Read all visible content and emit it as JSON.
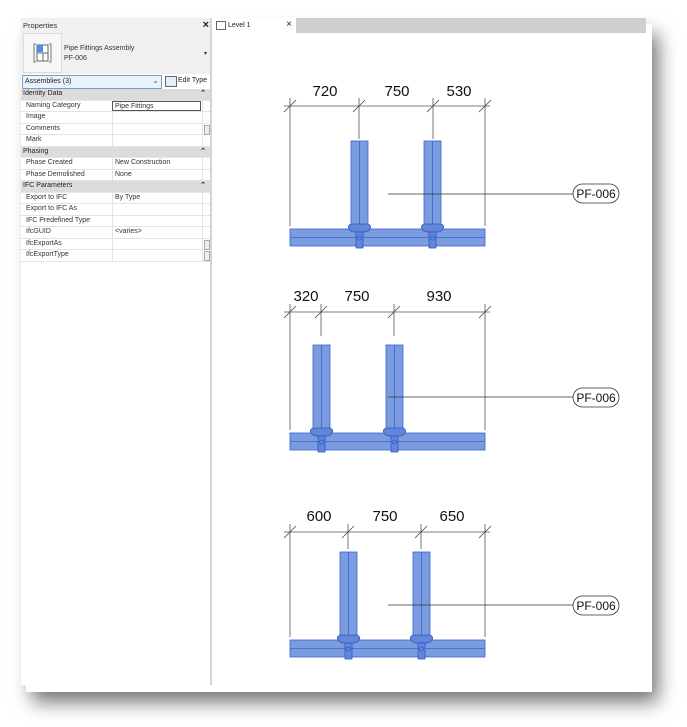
{
  "properties": {
    "title": "Properties",
    "close_icon": "×",
    "type_selector": {
      "family": "Pipe Fittings Assembly",
      "type": "PF-006",
      "dropdown_icon": "▾"
    },
    "filter": {
      "value": "Assemblies (3)",
      "chevron": "⌄"
    },
    "edit_type_label": "Edit Type",
    "sections": [
      {
        "name": "Identity Data",
        "collapse_icon": "»",
        "rows": [
          {
            "key": "Naming Category",
            "value": "Pipe Fittings"
          },
          {
            "key": "Image",
            "value": ""
          },
          {
            "key": "Comments",
            "value": ""
          },
          {
            "key": "Mark",
            "value": ""
          }
        ]
      },
      {
        "name": "Phasing",
        "collapse_icon": "»",
        "rows": [
          {
            "key": "Phase Created",
            "value": "New Construction"
          },
          {
            "key": "Phase Demolished",
            "value": "None"
          }
        ]
      },
      {
        "name": "IFC Parameters",
        "collapse_icon": "»",
        "rows": [
          {
            "key": "Export to IFC",
            "value": "By Type"
          },
          {
            "key": "Export to IFC As",
            "value": ""
          },
          {
            "key": "IFC Predefined Type",
            "value": ""
          },
          {
            "key": "IfcGUID",
            "value": "<varies>"
          },
          {
            "key": "IfcExportAs",
            "value": ""
          },
          {
            "key": "IfcExportType",
            "value": ""
          }
        ]
      }
    ]
  },
  "view": {
    "tab_label": "Level 1",
    "tab_close": "×",
    "pipe_color": "#7b9de0",
    "pipe_edge_color": "#3a64d0",
    "assemblies": [
      {
        "dims": [
          "720",
          "750",
          "530"
        ],
        "tag": "PF-006"
      },
      {
        "dims": [
          "320",
          "750",
          "930"
        ],
        "tag": "PF-006"
      },
      {
        "dims": [
          "600",
          "750",
          "650"
        ],
        "tag": "PF-006"
      }
    ]
  }
}
